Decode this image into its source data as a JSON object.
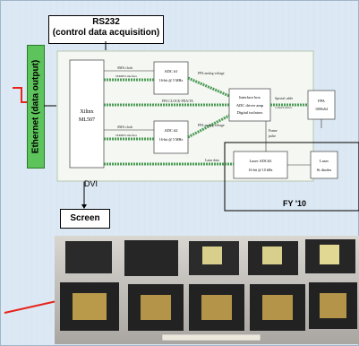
{
  "rs232": {
    "line1": "RS232",
    "line2": "(control data acquisition)"
  },
  "ethernet_label": "Ethernet (data output)",
  "dvi_label": "DVI",
  "screen_label": "Screen",
  "fy_label": "FY '10",
  "diagram": {
    "fpga": {
      "line1": "Xilinx",
      "line2": "ML507"
    },
    "adc1": {
      "line1": "ADC #1",
      "line2": "16-bit  @ 5 MHz"
    },
    "adc2": {
      "line1": "ADC #2",
      "line2": "16-bit  @ 5 MHz"
    },
    "interface": {
      "line1": "Interface box",
      "line2": "ADC driver amp",
      "line3": "Digital isolators"
    },
    "fpa": {
      "line1": "FPA",
      "line2": "1000x64"
    },
    "laser_adc": {
      "line1": "Laser  ADC#3",
      "line2": "16-bit  @ 10 kHz"
    },
    "laser_diodes": {
      "line1": "Laser",
      "line2": "Si diodes"
    },
    "links": {
      "sma_clock_1": "SMA clock",
      "serial_1": "SERDES-interface",
      "sma_clock_2": "SMA clock",
      "serial_2": "SERDES-interface",
      "fpa_analog_1": "FPA analog voltage",
      "fpa_analog_2": "FPA analog voltage",
      "fpa_clock": "FPA CLOCK-PDA/TA",
      "special_cable": "Special cable",
      "special_cable_2": "to match device",
      "frame_pulse": "Frame",
      "frame_pulse_2": "pulse",
      "laser_data": "Laser data"
    }
  },
  "colors": {
    "accent_line": "#e8231c",
    "eth_green": "#5cc45a",
    "bus_green": "#2e8b3a"
  }
}
